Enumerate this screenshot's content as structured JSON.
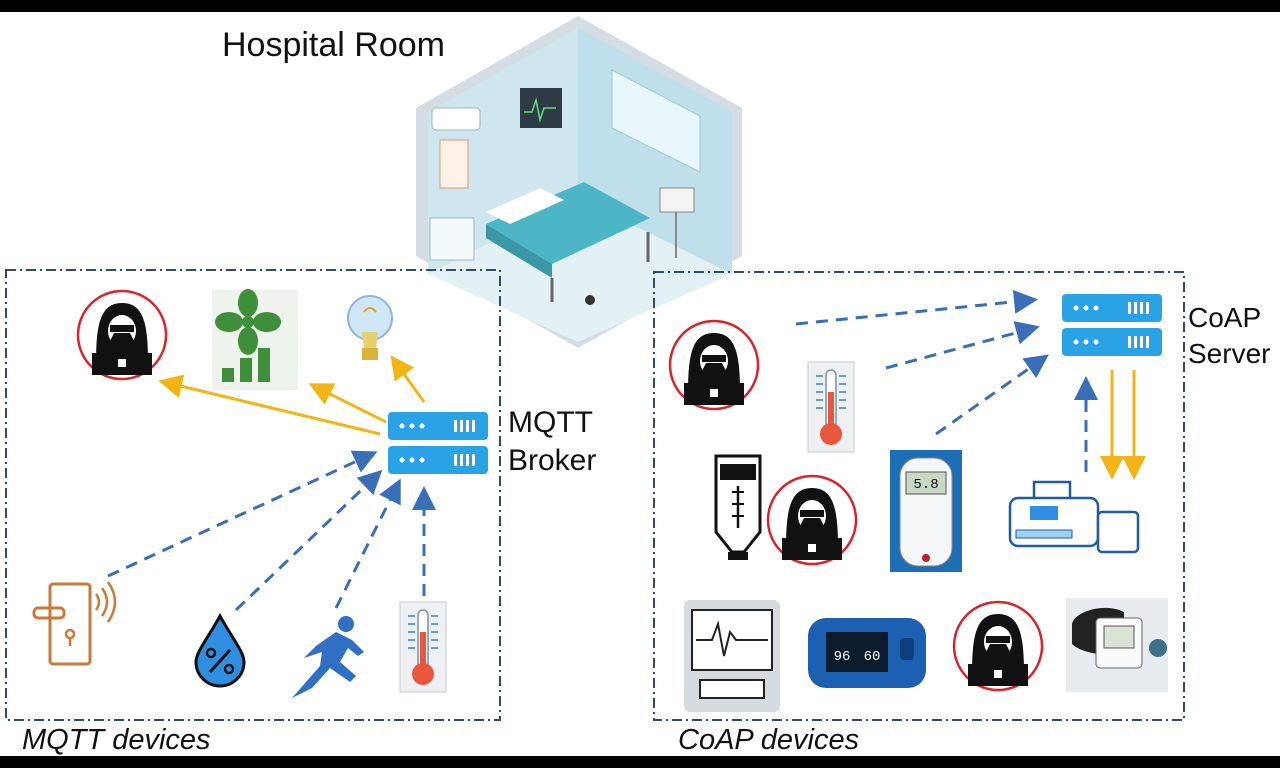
{
  "title": "Hospital Room",
  "mqtt": {
    "broker_label_1": "MQTT",
    "broker_label_2": "Broker",
    "caption": "MQTT devices"
  },
  "coap": {
    "server_label_1": "CoAP",
    "server_label_2": "Server",
    "caption": "CoAP devices"
  },
  "devices": {
    "monitor_reading": "5.8",
    "oximeter_reading_1": "96",
    "oximeter_reading_2": "60"
  },
  "colors": {
    "dashed_arrow": "#3a6fb8",
    "solid_arrow": "#f2b515",
    "server_blue": "#29a3e6",
    "frame": "#2e4a70",
    "attacker_ring": "#d8242c"
  }
}
